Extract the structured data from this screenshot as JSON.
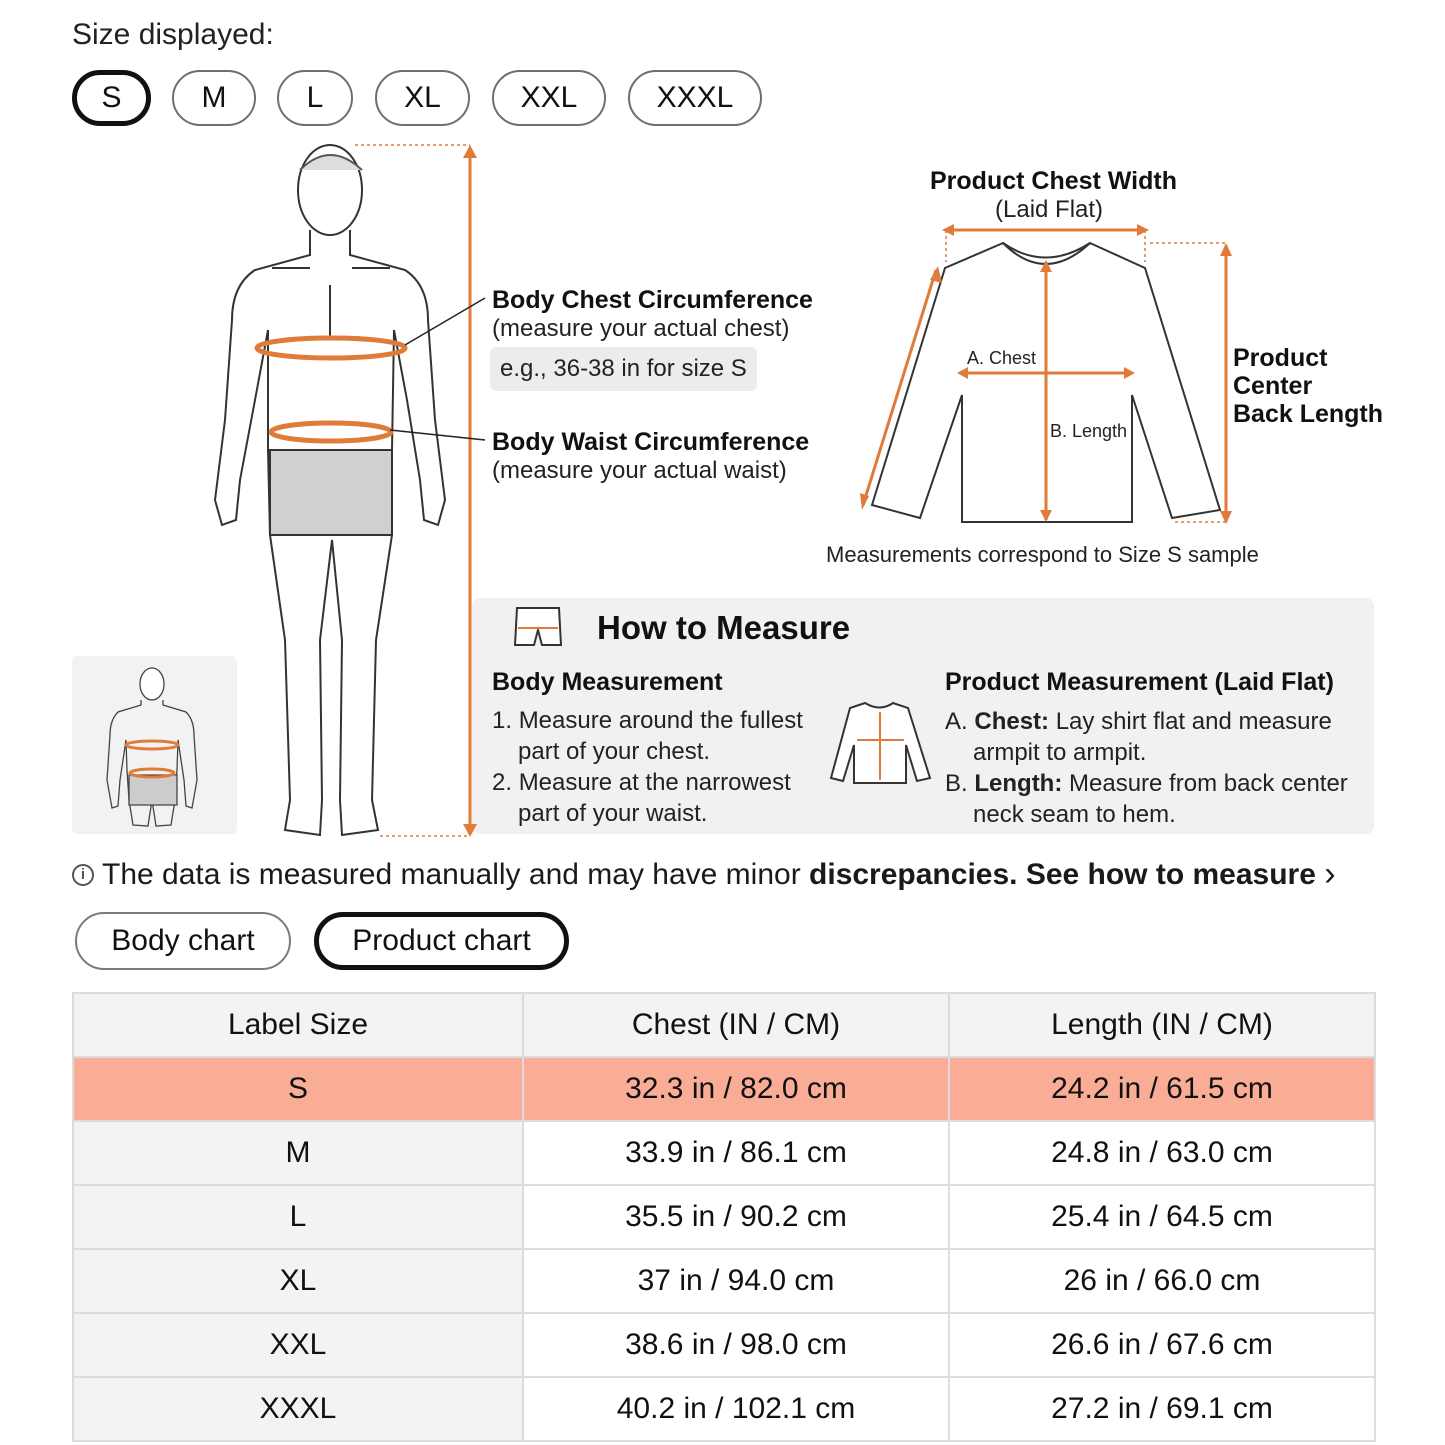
{
  "size_selector": {
    "label": "Size displayed:",
    "selected": "S",
    "options": [
      "S",
      "M",
      "L",
      "XL",
      "XXL",
      "XXXL"
    ]
  },
  "body_diagram": {
    "chest_title": "Body Chest Circumference",
    "chest_sub": "(measure your actual chest)",
    "chest_example": "e.g., 36-38 in for size S",
    "waist_title": "Body Waist Circumference",
    "waist_sub": "(measure your actual waist)"
  },
  "product_diagram": {
    "width_title": "Product Chest Width",
    "width_sub": "(Laid Flat)",
    "back_length_line1": "Product",
    "back_length_line2": "Center",
    "back_length_line3": "Back Length",
    "chest_label": "A. Chest",
    "length_label": "B. Length",
    "caption": "Measurements correspond to Size S sample"
  },
  "how_to_measure": {
    "title": "How to Measure",
    "body_heading": "Body Measurement",
    "body_steps": [
      {
        "num": "1.",
        "line1": "Measure around the fullest",
        "line2": "part of your chest."
      },
      {
        "num": "2.",
        "line1": "Measure at the narrowest",
        "line2": "part of your waist."
      }
    ],
    "product_heading": "Product Measurement (Laid Flat)",
    "product_steps": [
      {
        "num": "A.",
        "bold": "Chest:",
        "line1": "Lay shirt flat and measure",
        "line2": "armpit to armpit."
      },
      {
        "num": "B.",
        "bold": "Length:",
        "line1": "Measure from back center",
        "line2": "neck seam to hem."
      }
    ]
  },
  "disclaimer": {
    "text": "The data is measured manually and may have minor",
    "bold": "discrepancies. See how to measure",
    "chevron": "›"
  },
  "chart_tabs": {
    "body": "Body chart",
    "product": "Product chart",
    "active": "product"
  },
  "table": {
    "headers": [
      "Label Size",
      "Chest (IN / CM)",
      "Length (IN / CM)"
    ],
    "rows": [
      [
        "S",
        "32.3 in / 82.0 cm",
        "24.2 in / 61.5 cm"
      ],
      [
        "M",
        "33.9 in / 86.1 cm",
        "24.8 in / 63.0 cm"
      ],
      [
        "L",
        "35.5 in / 90.2 cm",
        "25.4 in / 64.5 cm"
      ],
      [
        "XL",
        "37 in / 94.0 cm",
        "26 in / 66.0 cm"
      ],
      [
        "XXL",
        "38.6 in / 98.0 cm",
        "26.6 in / 67.6 cm"
      ],
      [
        "XXXL",
        "40.2 in / 102.1 cm",
        "27.2 in / 69.1 cm"
      ]
    ],
    "highlight_row": 0
  },
  "colors": {
    "accent_orange": "#e07b3a",
    "highlight_row": "#f9ad97",
    "panel_bg": "#f1f1f1"
  }
}
